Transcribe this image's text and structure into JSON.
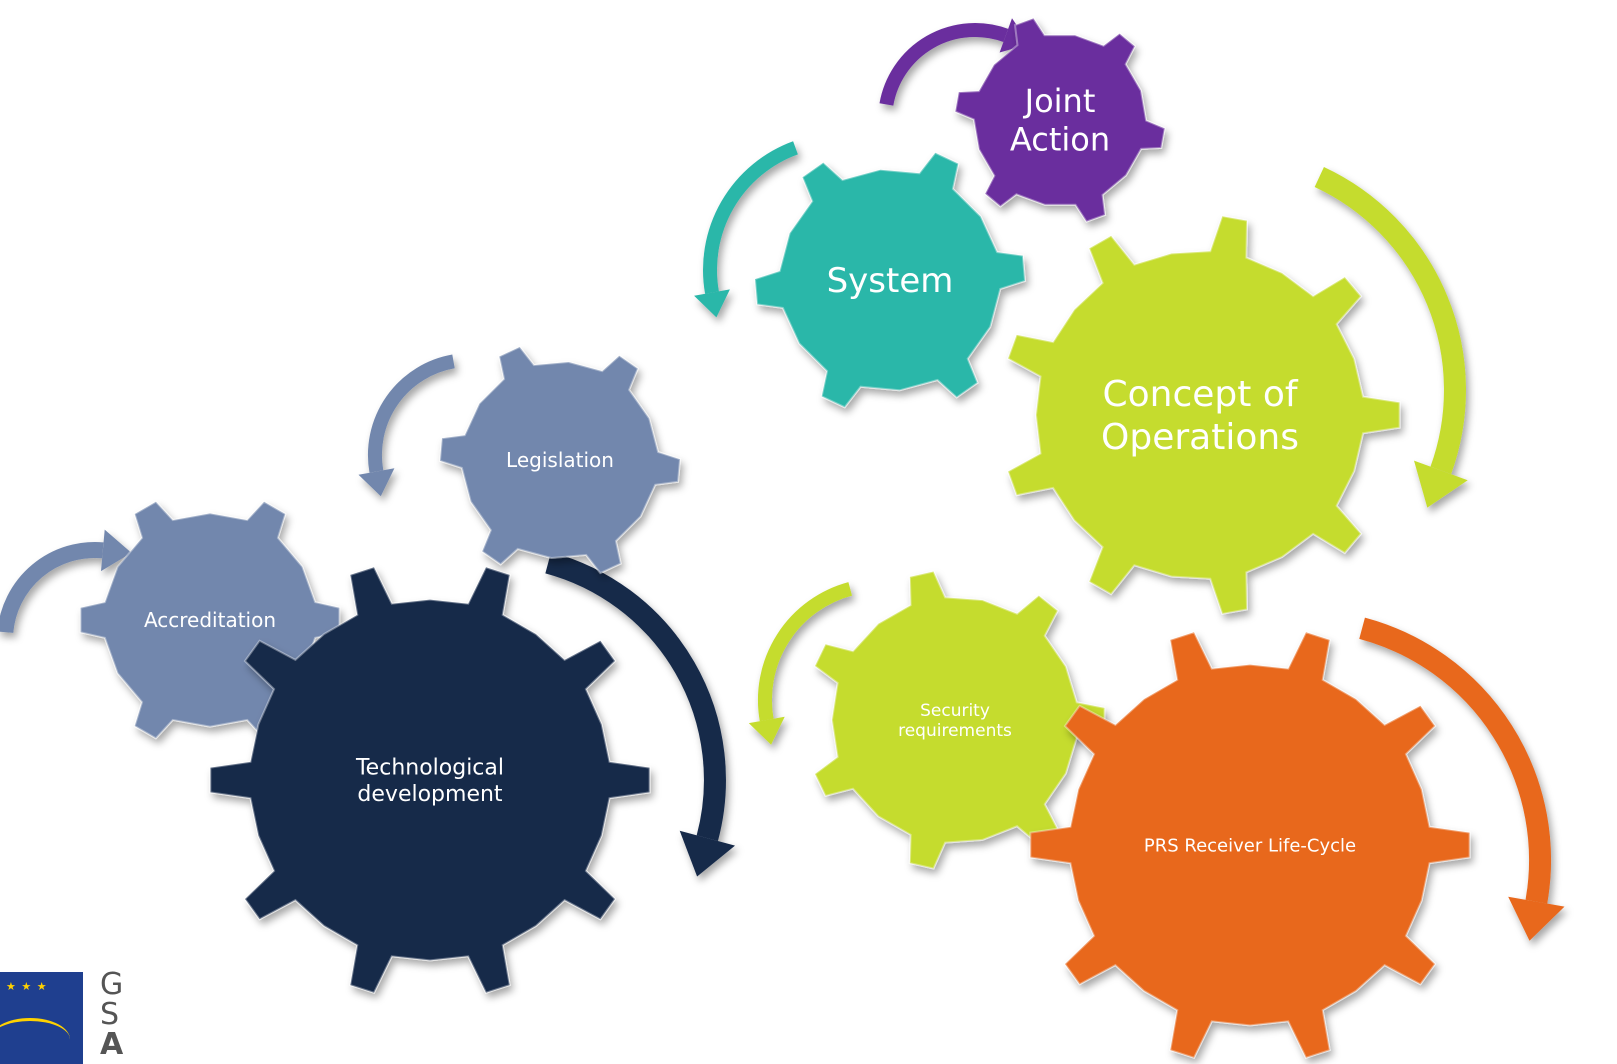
{
  "gears": [
    {
      "id": "joint-action",
      "label": "Joint Action",
      "color": "#6b2f9e"
    },
    {
      "id": "system",
      "label": "System",
      "color": "#2ab7a9"
    },
    {
      "id": "concept-of-operations",
      "label": "Concept of Operations",
      "color": "#c5dc2e"
    },
    {
      "id": "legislation",
      "label": "Legislation",
      "color": "#7287ad"
    },
    {
      "id": "accreditation",
      "label": "Accreditation",
      "color": "#7287ad"
    },
    {
      "id": "technological-development",
      "label": "Technological development",
      "color": "#15294a"
    },
    {
      "id": "security-requirements",
      "label": "Security requirements",
      "color": "#c5dc2e"
    },
    {
      "id": "prs-receiver-life-cycle",
      "label": "PRS Receiver Life-Cycle",
      "color": "#e8681c"
    }
  ],
  "arrows": [
    {
      "id": "purple-arrow",
      "color": "#6b2f9e"
    },
    {
      "id": "teal-arrow",
      "color": "#2ab7a9"
    },
    {
      "id": "lime-arrow-large",
      "color": "#c5dc2e"
    },
    {
      "id": "slate-arrow-legislation",
      "color": "#7287ad"
    },
    {
      "id": "slate-arrow-accreditation",
      "color": "#7287ad"
    },
    {
      "id": "navy-arrow",
      "color": "#15294a"
    },
    {
      "id": "lime-arrow-small",
      "color": "#c5dc2e"
    },
    {
      "id": "orange-arrow",
      "color": "#e8681c"
    }
  ],
  "logo": {
    "letters": "GSA",
    "flag_icon": "eu-flag-icon"
  }
}
